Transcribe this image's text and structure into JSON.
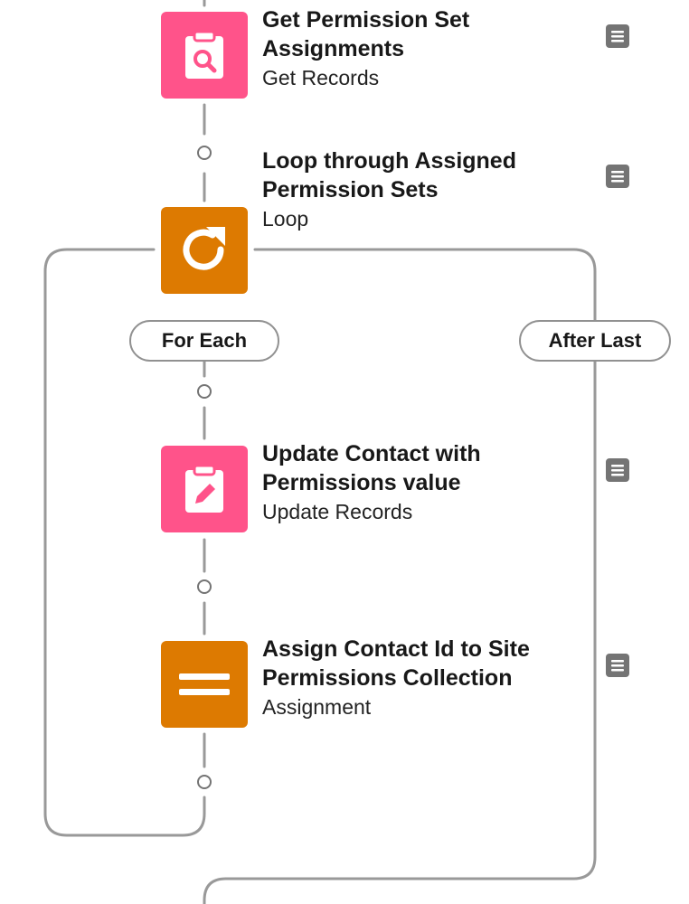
{
  "colors": {
    "connector": "#999999",
    "record_element": "#FF538A",
    "logic_element": "#DD7A01",
    "description_icon": "#747474"
  },
  "elements": [
    {
      "title": "Get Permission Set Assignments",
      "type": "Get Records",
      "icon": "get-records-icon"
    },
    {
      "title": "Loop through Assigned Permission Sets",
      "type": "Loop",
      "icon": "loop-icon"
    },
    {
      "title": "Update Contact with Permissions value",
      "type": "Update Records",
      "icon": "update-records-icon"
    },
    {
      "title": "Assign Contact Id to Site Permissions Collection",
      "type": "Assignment",
      "icon": "assignment-icon"
    }
  ],
  "loop_paths": {
    "for_each": "For Each",
    "after_last": "After Last"
  },
  "description_icon": "description-icon"
}
